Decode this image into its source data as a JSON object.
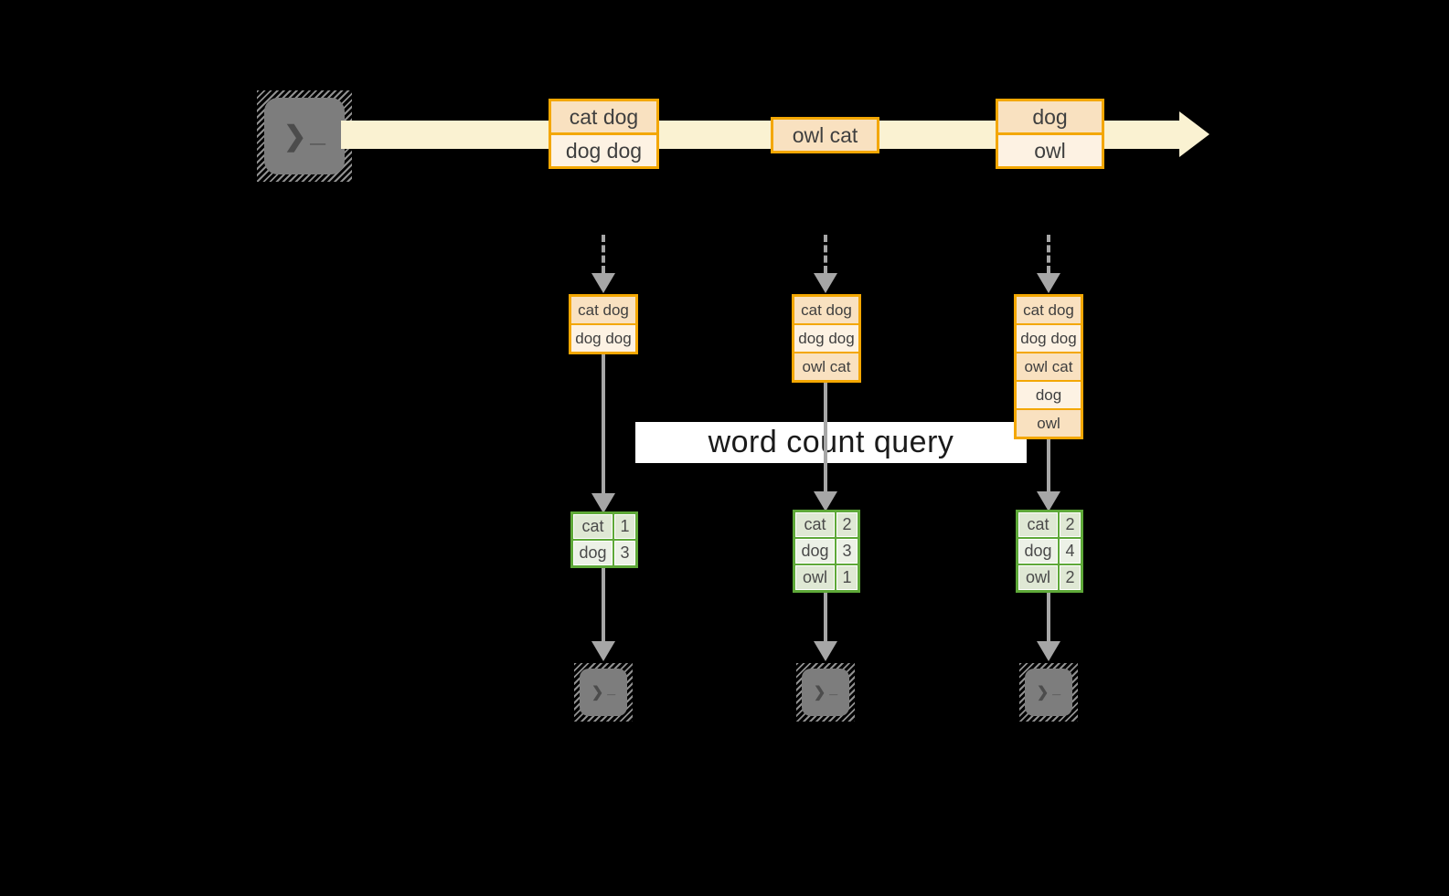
{
  "query": {
    "label": "word count query"
  },
  "stream": {
    "batches": [
      {
        "rows": [
          "cat dog",
          "dog dog"
        ]
      },
      {
        "rows": [
          "owl cat"
        ]
      },
      {
        "rows": [
          "dog",
          "owl"
        ]
      }
    ]
  },
  "states": [
    {
      "rows": [
        "cat dog",
        "dog dog"
      ]
    },
    {
      "rows": [
        "cat dog",
        "dog dog",
        "owl cat"
      ]
    },
    {
      "rows": [
        "cat dog",
        "dog dog",
        "owl cat",
        "dog",
        "owl"
      ]
    }
  ],
  "results": [
    {
      "rows": [
        {
          "word": "cat",
          "count": "1"
        },
        {
          "word": "dog",
          "count": "3"
        }
      ]
    },
    {
      "rows": [
        {
          "word": "cat",
          "count": "2"
        },
        {
          "word": "dog",
          "count": "3"
        },
        {
          "word": "owl",
          "count": "1"
        }
      ]
    },
    {
      "rows": [
        {
          "word": "cat",
          "count": "2"
        },
        {
          "word": "dog",
          "count": "4"
        },
        {
          "word": "owl",
          "count": "2"
        }
      ]
    }
  ],
  "icons": {
    "terminal_prompt": "❯",
    "terminal_cursor": "_"
  },
  "colors": {
    "stream_band": "#faf2d2",
    "orange_border": "#f3a702",
    "peach_dark": "#f9e1c0",
    "peach_light": "#fdf2e3",
    "green_border": "#5ea838",
    "green_dark": "#dfe8d4",
    "green_light": "#ecf1e6",
    "arrow_gray": "#a6a6a6",
    "terminal_gray": "#7d7d7d",
    "query_band_bg": "#ffffff"
  }
}
